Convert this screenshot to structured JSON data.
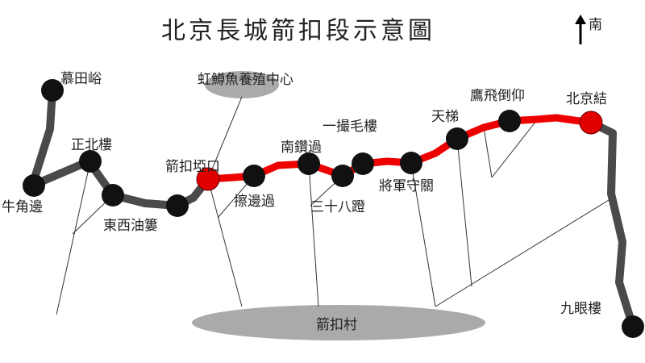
{
  "title": "北京長城箭扣段示意圖",
  "compass": {
    "label": "南",
    "icon": "up-arrow-icon"
  },
  "colors": {
    "wall_gray": "#4a4a4a",
    "wall_red": "#ee0000",
    "node": "#111111",
    "node_red": "#e00000",
    "ellipse": "#aaaaaa"
  },
  "places": {
    "hatchery": "虹鱒魚養殖中心",
    "village": "箭扣村"
  },
  "nodes": {
    "mutianyu": "慕田峪",
    "niujiaobian": "牛角邊",
    "zhengbeilou": "正北樓",
    "dongxiyoulou": "東西油簍",
    "jiankouyakou": "箭扣埡口",
    "cabianguo": "擦邊過",
    "nanzuanguo": "南鑽過",
    "yicuomaolou": "一撮毛樓",
    "sanshibadeng": "三十八蹬",
    "jiangjunshouguan": "將軍守關",
    "tianti": "天梯",
    "yingfeidaoyang": "鷹飛倒仰",
    "beijingjie": "北京結",
    "jiuyanlou": "九眼樓"
  }
}
